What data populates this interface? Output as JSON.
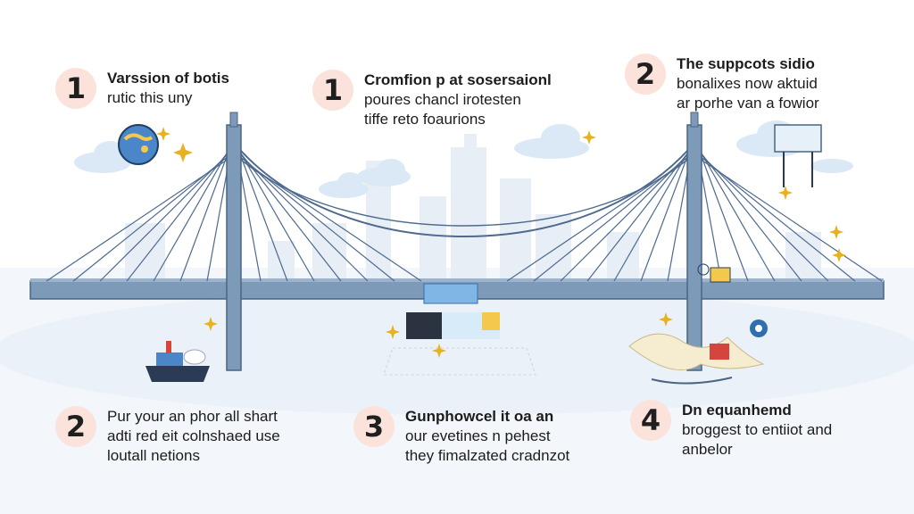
{
  "steps": [
    {
      "number": "1",
      "lines": [
        "Varssion of botis",
        "rutic this uny"
      ]
    },
    {
      "number": "1",
      "lines": [
        "Cromfion p at sosersaionl",
        "poures chancl irotesten",
        "tiffe reto foaurions"
      ]
    },
    {
      "number": "2",
      "lines": [
        "The suppcots sidio",
        "bonalixes now aktuid",
        "ar porhe van a fowior"
      ]
    },
    {
      "number": "2",
      "lines": [
        "Pur your an phor all shart",
        "adti red eit colnshaed use",
        "loutall netions"
      ]
    },
    {
      "number": "3",
      "lines": [
        "Gunphowcel it oa an",
        "our evetines n pehest",
        "they fimalzated cradnzot"
      ]
    },
    {
      "number": "4",
      "lines": [
        "Dn equanhemd",
        "broggest to entiiot and",
        "anbelor"
      ]
    }
  ],
  "colors": {
    "badge": "#fbe3dc",
    "bridge_steel": "#7d9ab8",
    "bridge_outline": "#4a6584",
    "cable": "#4e6a8e",
    "water": "#eef4fa",
    "cloud": "#dbe9f6",
    "sparkle": "#e8b21f"
  }
}
